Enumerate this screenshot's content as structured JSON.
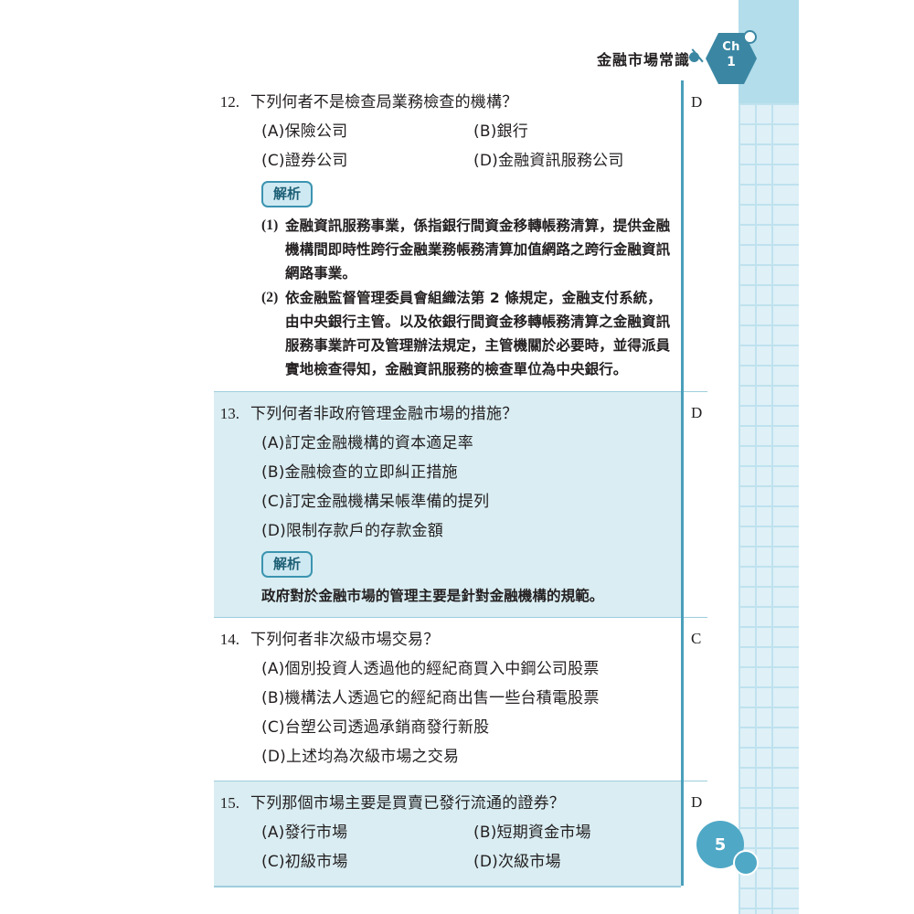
{
  "header": {
    "running_title": "金融市場常識",
    "chapter_badge": {
      "label": "Ch",
      "number": "1"
    }
  },
  "footer": {
    "page_number": "5"
  },
  "colors": {
    "accent_teal": "#3b87a3",
    "band_blue": "#b3ddea",
    "shade_blue": "#d9edf2",
    "rule_blue": "#9fcddc",
    "page_circle": "#4fa8c6"
  },
  "explanation_label": "解析",
  "questions": [
    {
      "number": "12.",
      "stem": "下列何者不是檢查局業務檢查的機構？",
      "answer": "D",
      "shaded": false,
      "two_column": true,
      "options": [
        "(A)保險公司",
        "(B)銀行",
        "(C)證券公司",
        "(D)金融資訊服務公司"
      ],
      "explanation": {
        "items": [
          {
            "marker": "(1)",
            "text": "金融資訊服務事業，係指銀行間資金移轉帳務清算，提供金融機構間即時性跨行金融業務帳務清算加值網路之跨行金融資訊網路事業。"
          },
          {
            "marker": "(2)",
            "text": "依金融監督管理委員會組織法第 2 條規定，金融支付系統，由中央銀行主管。以及依銀行間資金移轉帳務清算之金融資訊服務事業許可及管理辦法規定，主管機關於必要時，並得派員實地檢查得知，金融資訊服務的檢查單位為中央銀行。"
          }
        ]
      }
    },
    {
      "number": "13.",
      "stem": "下列何者非政府管理金融市場的措施？",
      "answer": "D",
      "shaded": true,
      "two_column": false,
      "options": [
        "(A)訂定金融機構的資本適足率",
        "(B)金融檢查的立即糾正措施",
        "(C)訂定金融機構呆帳準備的提列",
        "(D)限制存款戶的存款金額"
      ],
      "explanation": {
        "plain": "政府對於金融市場的管理主要是針對金融機構的規範。"
      }
    },
    {
      "number": "14.",
      "stem": "下列何者非次級市場交易？",
      "answer": "C",
      "shaded": false,
      "two_column": false,
      "options": [
        "(A)個別投資人透過他的經紀商買入中鋼公司股票",
        "(B)機構法人透過它的經紀商出售一些台積電股票",
        "(C)台塑公司透過承銷商發行新股",
        "(D)上述均為次級市場之交易"
      ]
    },
    {
      "number": "15.",
      "stem": "下列那個市場主要是買賣已發行流通的證券？",
      "answer": "D",
      "shaded": true,
      "two_column": true,
      "options": [
        "(A)發行市場",
        "(B)短期資金市場",
        "(C)初級市場",
        "(D)次級市場"
      ]
    }
  ]
}
